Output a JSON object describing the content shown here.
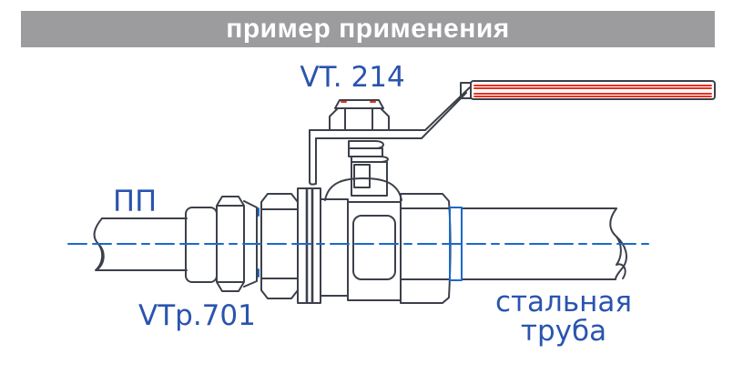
{
  "header": {
    "title": "пример применения",
    "background": "#9c9c9f",
    "text_color": "#ffffff"
  },
  "diagram": {
    "labels": {
      "valve_model": "VT. 214",
      "pp_pipe": "ПП",
      "fitting_model": "VTр.701",
      "steel_pipe_line1": "стальная",
      "steel_pipe_line2": "труба"
    },
    "colors": {
      "outline": "#3c404a",
      "label_blue": "#2a54ae",
      "centerline_blue": "#1a68cb",
      "handle_red": "#e8301f"
    }
  }
}
